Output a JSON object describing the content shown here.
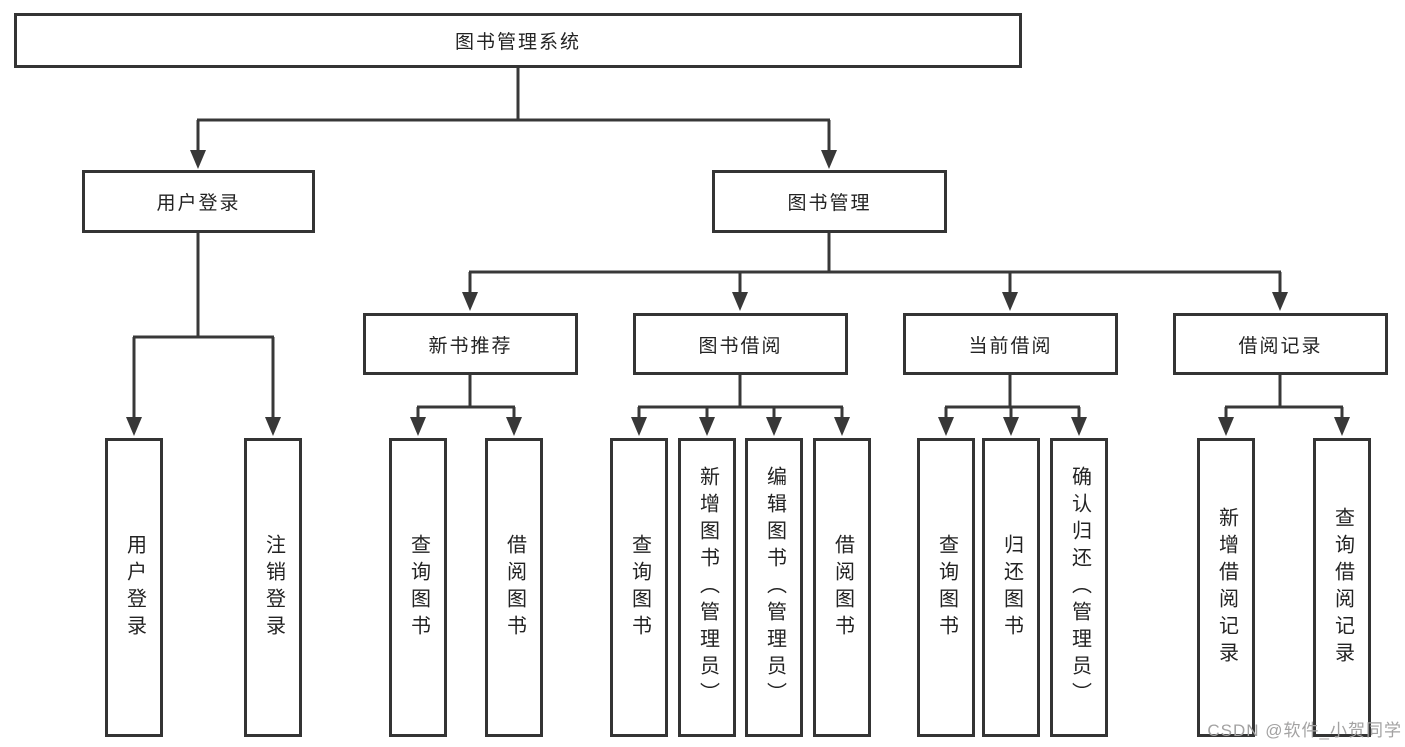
{
  "diagram": {
    "type": "hierarchy-tree",
    "colors": {
      "line": "#383838",
      "box_border": "#343434",
      "box_fill": "#ffffff",
      "text": "#232323",
      "watermark": "#a3a2a2",
      "background": "#ffffff"
    },
    "tree": {
      "label": "图书管理系统",
      "children": [
        {
          "label": "用户登录",
          "children": [
            {
              "label": "用户登录"
            },
            {
              "label": "注销登录"
            }
          ]
        },
        {
          "label": "图书管理",
          "children": [
            {
              "label": "新书推荐",
              "children": [
                {
                  "label": "查询图书"
                },
                {
                  "label": "借阅图书"
                }
              ]
            },
            {
              "label": "图书借阅",
              "children": [
                {
                  "label": "查询图书"
                },
                {
                  "label": "新增图书（管理员）"
                },
                {
                  "label": "编辑图书（管理员）"
                },
                {
                  "label": "借阅图书"
                }
              ]
            },
            {
              "label": "当前借阅",
              "children": [
                {
                  "label": "查询图书"
                },
                {
                  "label": "归还图书"
                },
                {
                  "label": "确认归还（管理员）"
                }
              ]
            },
            {
              "label": "借阅记录",
              "children": [
                {
                  "label": "新增借阅记录"
                },
                {
                  "label": "查询借阅记录"
                }
              ]
            }
          ]
        }
      ]
    }
  },
  "watermark": "CSDN @软件_小贺同学"
}
